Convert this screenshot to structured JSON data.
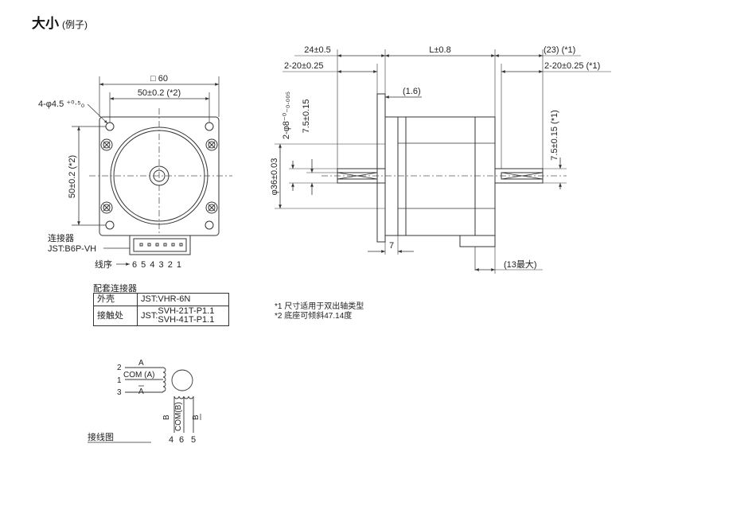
{
  "title": {
    "main": "大小",
    "sub": "(例子)"
  },
  "front_view": {
    "square_dim": "□ 60",
    "hole_pitch": "50±0.2 (*2)",
    "hole_spec": "4-φ4.5 ⁺⁰·⁵₀",
    "vertical_pitch": "50±0.2 (*2)",
    "connector_label": "连接器",
    "connector_model": "JST:B6P-VH",
    "wire_order_label": "线序",
    "wire_order": "6 5 4 3 2 1"
  },
  "side_view": {
    "dim_front_shaft": "24±0.5",
    "dim_body": "L±0.8",
    "dim_rear_shaft": "(23) (*1)",
    "dim_front_flat": "2-20±0.25",
    "dim_rear_flat": "2-20±0.25 (*1)",
    "dim_boss": "(1.6)",
    "dim_shaft_dia": "2-φ8⁻⁰₋₀.₀₀₅",
    "dim_flat_height": "7.5±0.15",
    "dim_pilot": "φ36±0.03",
    "dim_rear_flat_height": "7.5±0.15 (*1)",
    "dim_flange": "7",
    "dim_connector": "(13最大)"
  },
  "connector_table": {
    "label": "配套连接器",
    "rows": [
      {
        "key": "外壳",
        "value": "JST:VHR-6N"
      },
      {
        "key": "接触处",
        "prefix": "JST:",
        "values": [
          "SVH-21T-P1.1",
          "SVH-41T-P1.1"
        ]
      }
    ]
  },
  "notes": [
    "*1 尺寸适用于双出轴类型",
    "*2 底座可倾斜47.14度"
  ],
  "wiring": {
    "label": "接线图",
    "left_numbers": [
      "2",
      "1",
      "3"
    ],
    "left_labels": [
      "A",
      "COM (A)",
      "A"
    ],
    "bottom_labels": [
      "B",
      "COM(B)",
      "B"
    ],
    "bottom_numbers": [
      "4",
      "6",
      "5"
    ]
  },
  "colors": {
    "line": "#333333",
    "centerline": "#555555",
    "text": "#222222"
  }
}
